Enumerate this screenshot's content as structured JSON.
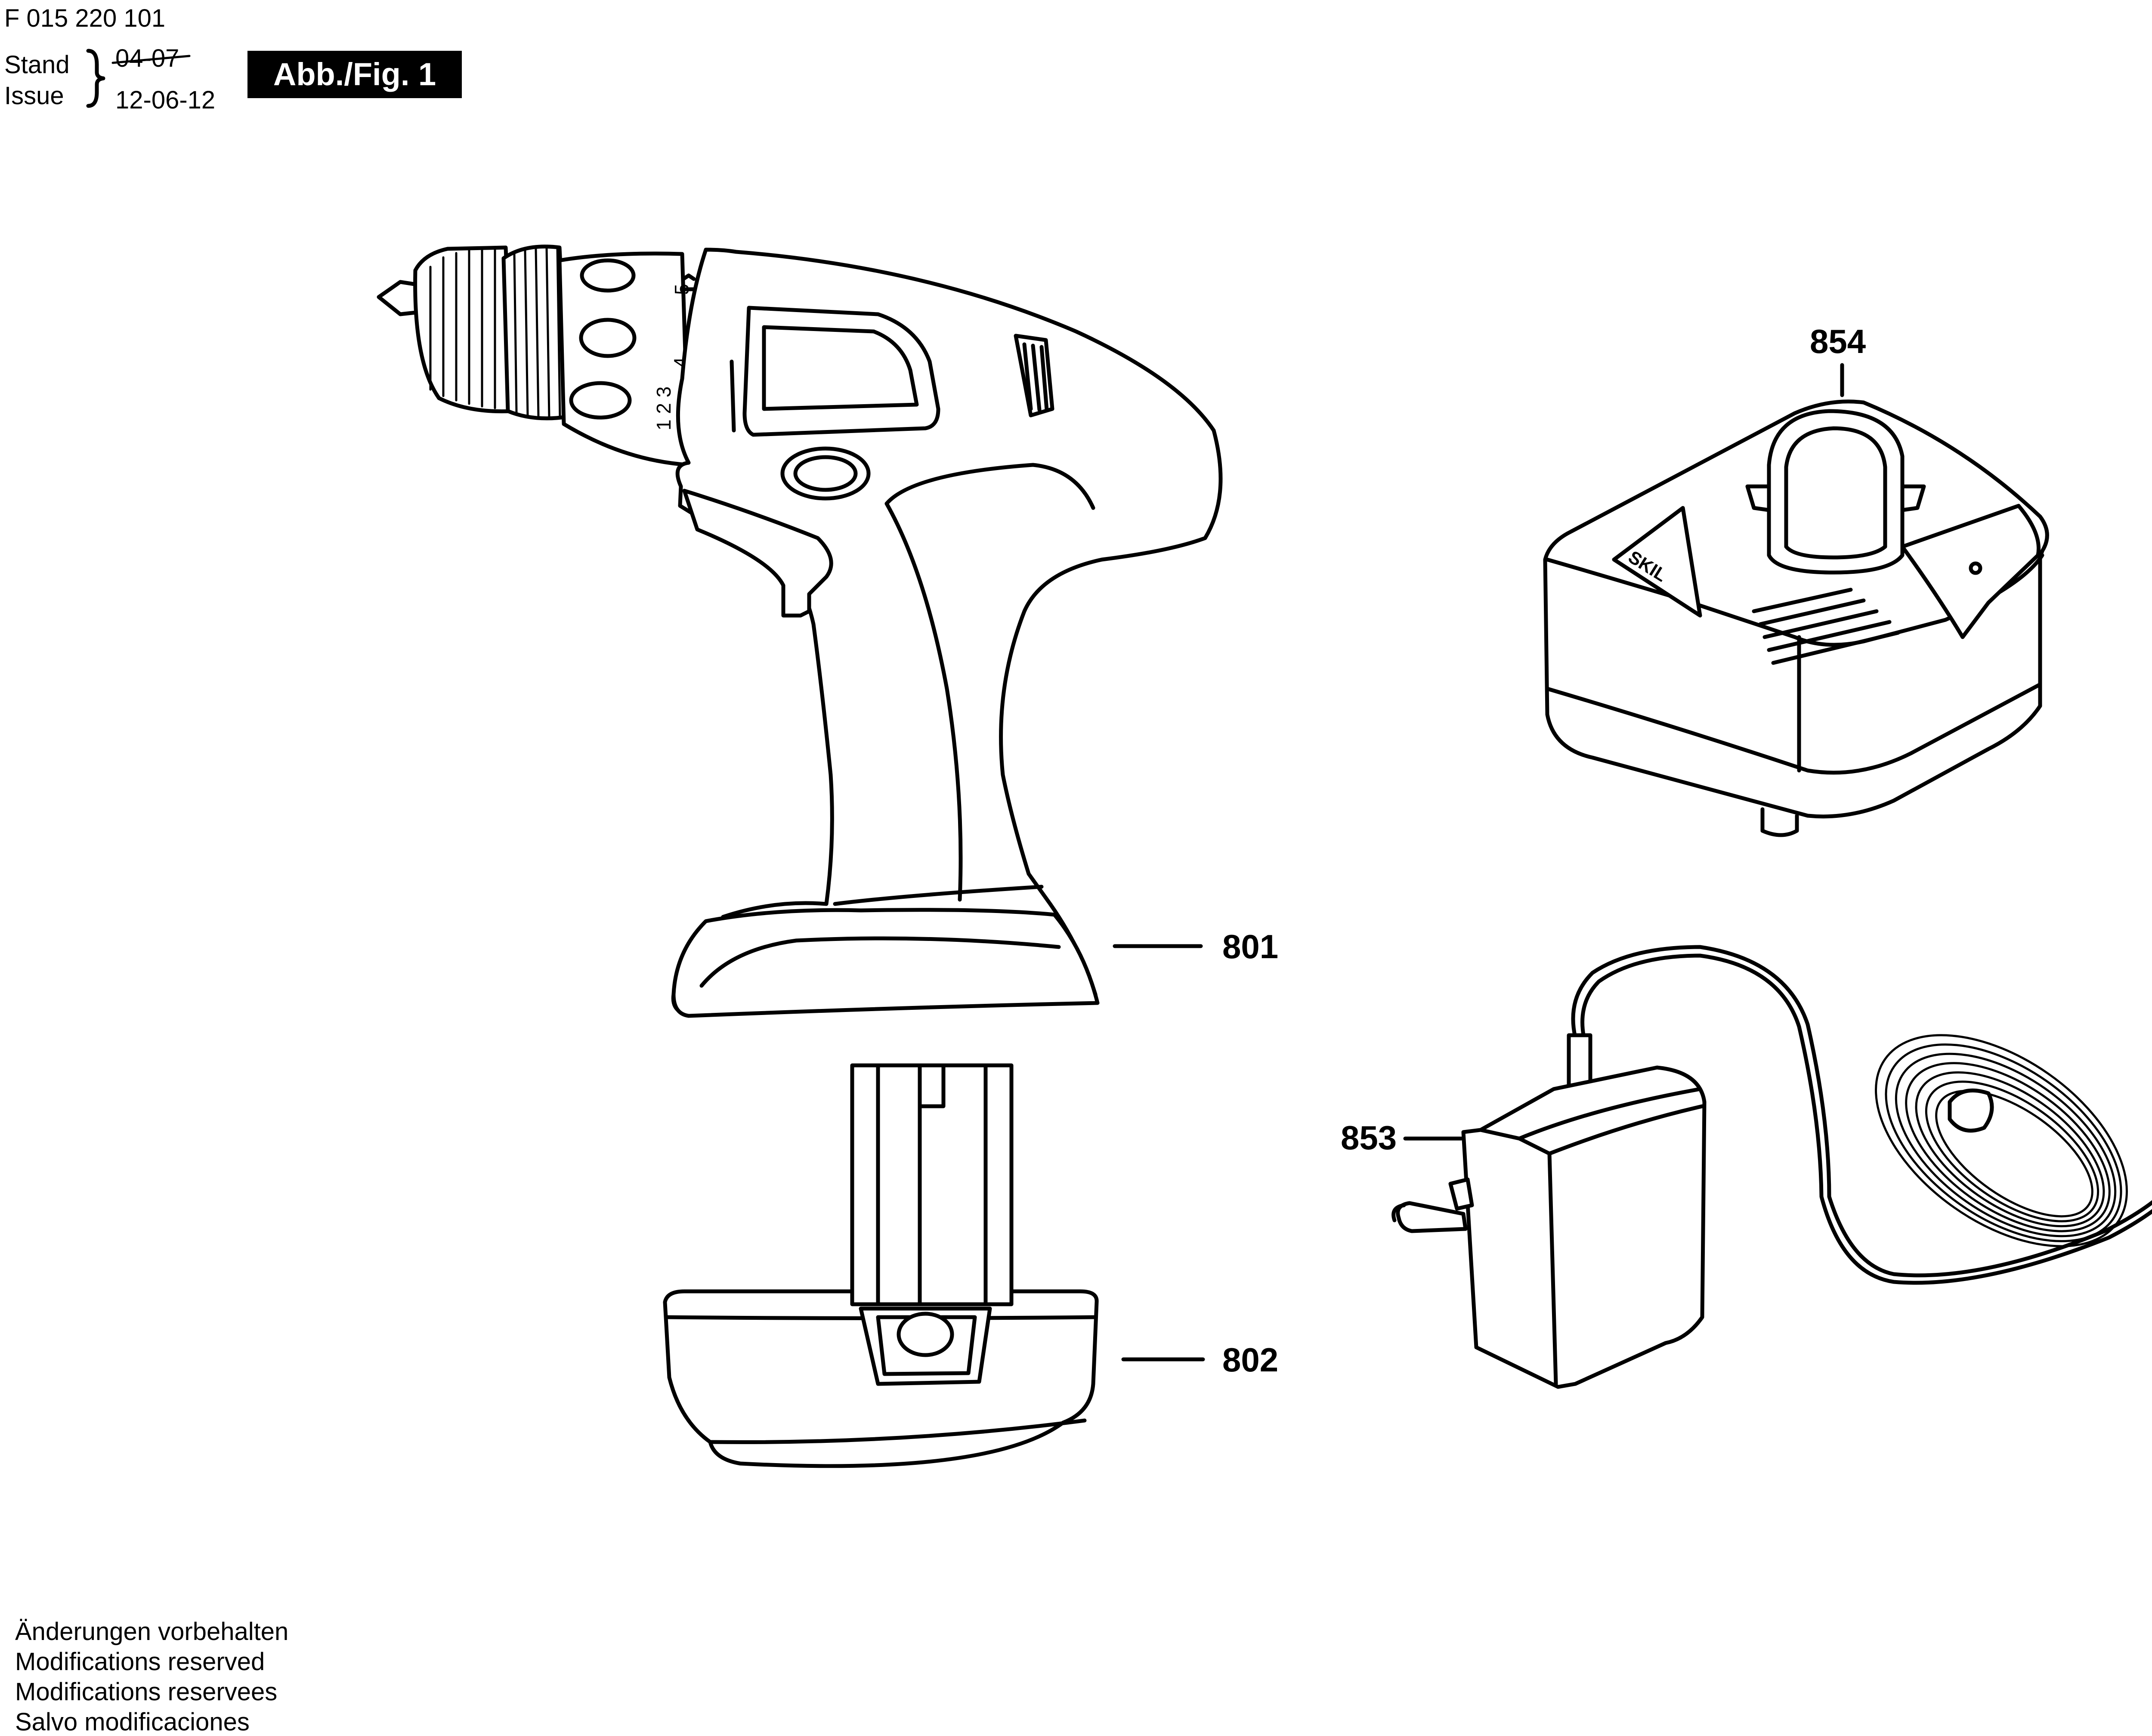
{
  "header": {
    "doc_number": "F 015 220 101",
    "stand_label": "Stand",
    "issue_label": "Issue",
    "stand_date_struck": "04-07",
    "issue_date": "12-06-12",
    "figure_badge": "Abb./Fig. 1"
  },
  "parts": [
    {
      "number": "801",
      "item": "drill body"
    },
    {
      "number": "802",
      "item": "battery pack"
    },
    {
      "number": "853",
      "item": "plug-in power adapter"
    },
    {
      "number": "854",
      "item": "charger base"
    }
  ],
  "drill_markings": {
    "gear_top": "5",
    "gear_mid": "4",
    "gear_low": "1 2 3"
  },
  "brand_logo": "SKIL",
  "footer": {
    "lines": [
      "Änderungen vorbehalten",
      "Modifications reserved",
      "Modifications reservees",
      "Salvo modificaciones"
    ]
  }
}
